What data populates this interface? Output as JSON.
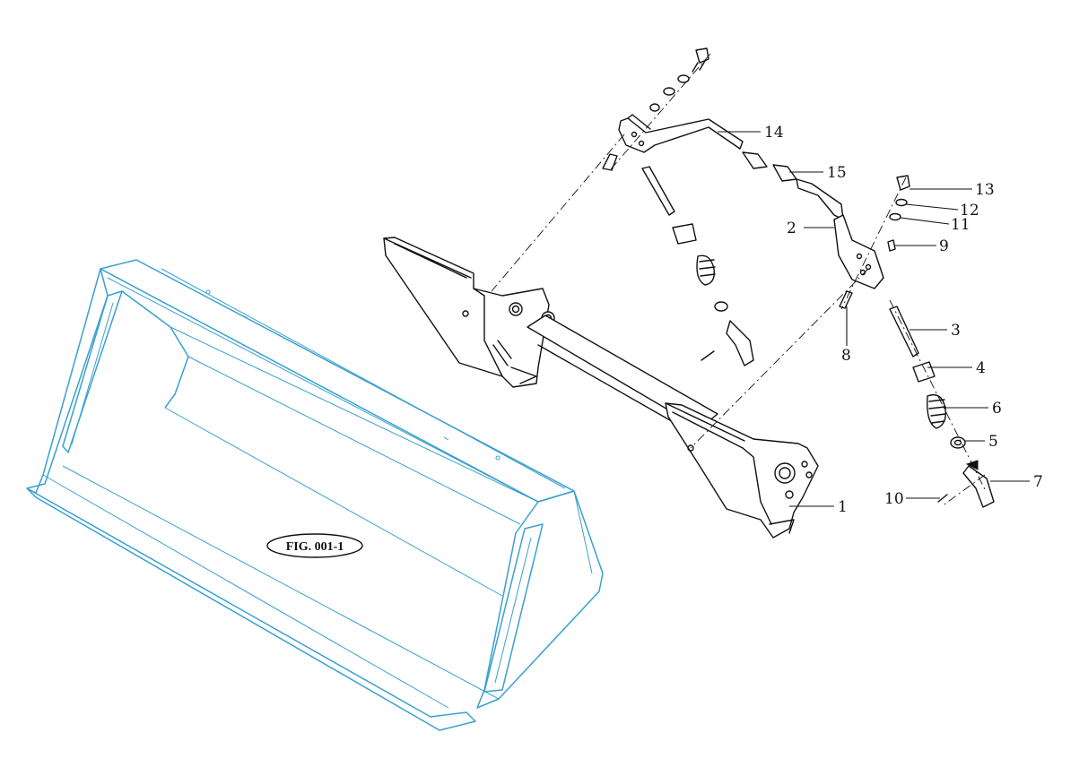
{
  "figure_label": "FIG. 001-1",
  "callouts": [
    {
      "id": "14",
      "text": "14"
    },
    {
      "id": "15",
      "text": "15"
    },
    {
      "id": "13",
      "text": "13"
    },
    {
      "id": "12",
      "text": "12"
    },
    {
      "id": "11",
      "text": "11"
    },
    {
      "id": "2",
      "text": "2"
    },
    {
      "id": "9",
      "text": "9"
    },
    {
      "id": "8",
      "text": "8"
    },
    {
      "id": "3",
      "text": "3"
    },
    {
      "id": "4",
      "text": "4"
    },
    {
      "id": "6",
      "text": "6"
    },
    {
      "id": "5",
      "text": "5"
    },
    {
      "id": "7",
      "text": "7"
    },
    {
      "id": "10",
      "text": "10"
    },
    {
      "id": "1",
      "text": "1"
    }
  ],
  "colors": {
    "ink": "#111111",
    "bucket_outline": "#3aa0cf",
    "background": "#ffffff"
  }
}
